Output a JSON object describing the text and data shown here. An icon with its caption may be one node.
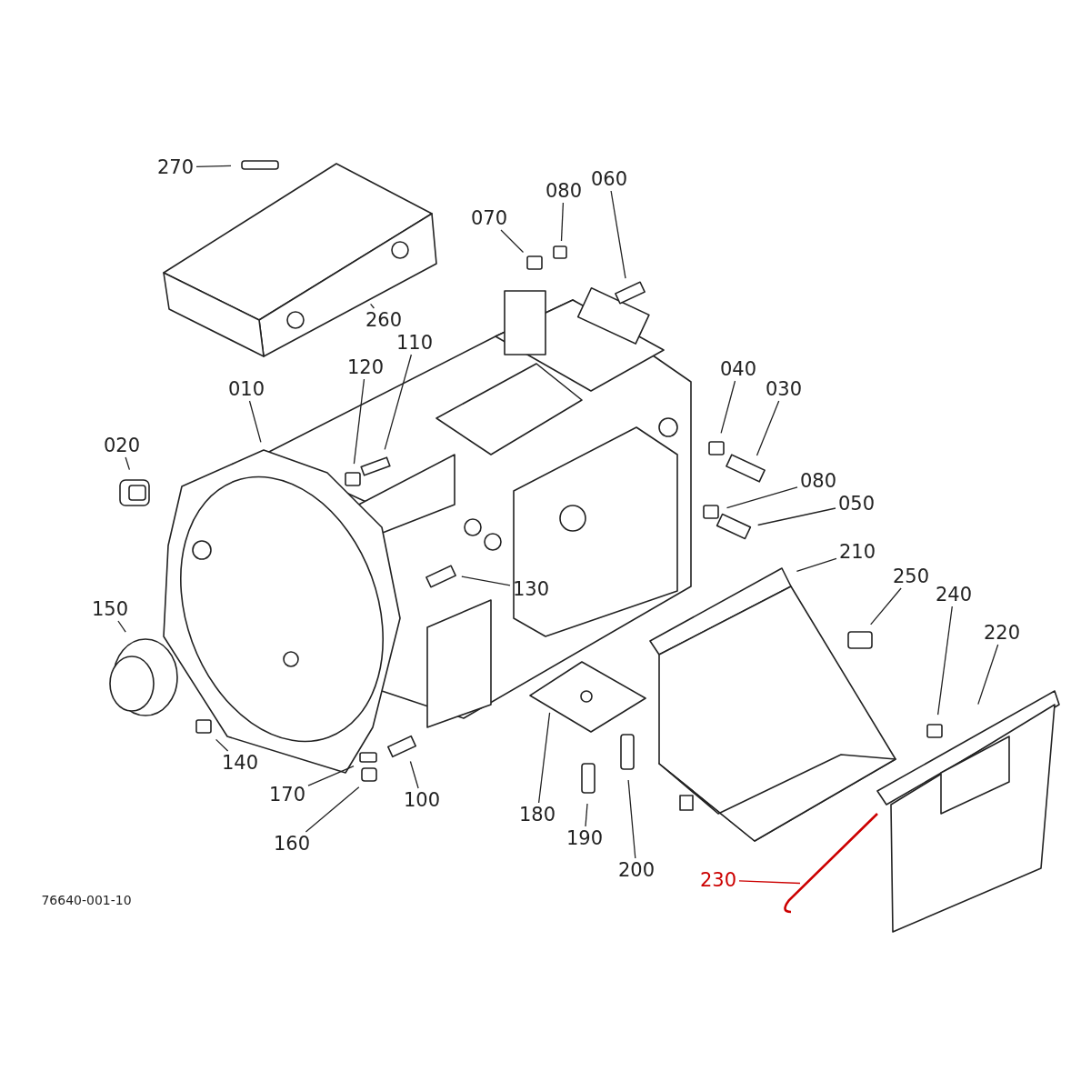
{
  "diagram": {
    "nodes": [
      {
        "text": [
          "270"
        ]
      },
      {
        "text": [
          "060"
        ]
      },
      {
        "text": [
          "070"
        ]
      },
      {
        "text": [
          "080"
        ]
      },
      {
        "text": [
          "260"
        ]
      },
      {
        "text": [
          "120"
        ]
      },
      {
        "text": [
          "110"
        ]
      },
      {
        "text": [
          "010"
        ]
      },
      {
        "text": [
          "040"
        ]
      },
      {
        "text": [
          "030"
        ]
      },
      {
        "text": [
          "020"
        ]
      },
      {
        "text": [
          "080"
        ]
      },
      {
        "text": [
          "050"
        ]
      },
      {
        "text": [
          "210"
        ]
      },
      {
        "text": [
          "250"
        ]
      },
      {
        "text": [
          "240"
        ]
      },
      {
        "text": [
          "130"
        ]
      },
      {
        "text": [
          "220"
        ]
      },
      {
        "text": [
          "150"
        ]
      },
      {
        "text": [
          "140"
        ]
      },
      {
        "text": [
          "170"
        ]
      },
      {
        "text": [
          "100"
        ]
      },
      {
        "text": [
          "180"
        ]
      },
      {
        "text": [
          "190"
        ]
      },
      {
        "text": [
          "160"
        ]
      },
      {
        "text": [
          "200"
        ]
      },
      {
        "text": [
          "230"
        ]
      }
    ],
    "edges": [
      {
        "from": 0,
        "to": null,
        "arrow": "none"
      },
      {
        "from": 1,
        "to": null,
        "arrow": "none"
      },
      {
        "from": 2,
        "to": null,
        "arrow": "none"
      },
      {
        "from": 3,
        "to": null,
        "arrow": "none"
      },
      {
        "from": 4,
        "to": null,
        "arrow": "none"
      },
      {
        "from": 5,
        "to": null,
        "arrow": "none"
      },
      {
        "from": 6,
        "to": null,
        "arrow": "none"
      },
      {
        "from": 7,
        "to": null,
        "arrow": "none"
      },
      {
        "from": 8,
        "to": null,
        "arrow": "none"
      },
      {
        "from": 9,
        "to": null,
        "arrow": "none"
      },
      {
        "from": 10,
        "to": null,
        "arrow": "none"
      },
      {
        "from": 11,
        "to": null,
        "arrow": "none"
      },
      {
        "from": 12,
        "to": null,
        "arrow": "none"
      },
      {
        "from": 13,
        "to": null,
        "arrow": "none"
      },
      {
        "from": 14,
        "to": null,
        "arrow": "none"
      },
      {
        "from": 15,
        "to": null,
        "arrow": "none"
      },
      {
        "from": 16,
        "to": null,
        "arrow": "none"
      },
      {
        "from": 17,
        "to": null,
        "arrow": "none"
      },
      {
        "from": 18,
        "to": null,
        "arrow": "none"
      },
      {
        "from": 19,
        "to": null,
        "arrow": "none"
      },
      {
        "from": 20,
        "to": null,
        "arrow": "none"
      },
      {
        "from": 21,
        "to": null,
        "arrow": "none"
      },
      {
        "from": 22,
        "to": null,
        "arrow": "none"
      },
      {
        "from": 23,
        "to": null,
        "arrow": "none"
      },
      {
        "from": 24,
        "to": null,
        "arrow": "none"
      },
      {
        "from": 25,
        "to": null,
        "arrow": "none"
      },
      {
        "from": 26,
        "to": null,
        "arrow": "none",
        "color": "#cc0000"
      }
    ],
    "labels": [
      "76640-001-10"
    ]
  }
}
